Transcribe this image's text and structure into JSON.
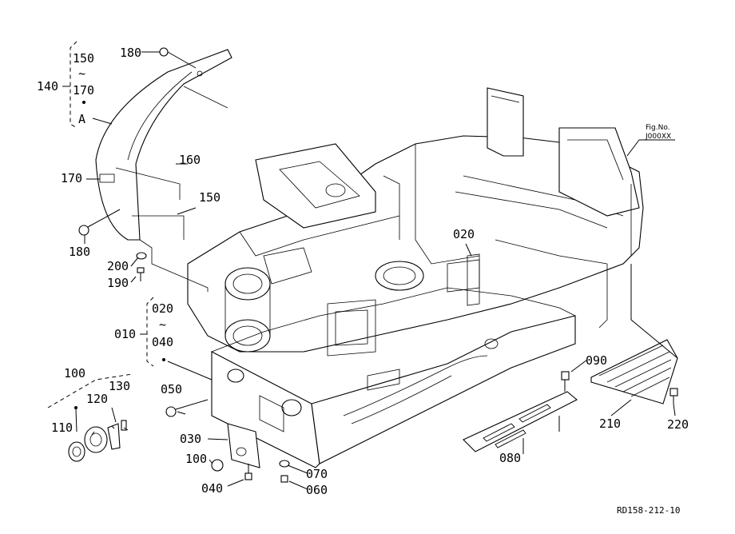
{
  "figure": {
    "fig_no_label": "Fig.No.",
    "fig_no_value": "J000XX",
    "ref_code": "RD158-212-10"
  },
  "callouts": {
    "p010": "010",
    "p020_main": "020",
    "p020_range": "020",
    "tilde_010": "~",
    "p040_range": "040",
    "p030": "030",
    "p040": "040",
    "p050": "050",
    "p060": "060",
    "p070": "070",
    "p080": "080",
    "p090": "090",
    "p100_group": "100",
    "p100": "100",
    "p110": "110",
    "p120": "120",
    "p130": "130",
    "p140": "140",
    "p150_range": "150",
    "tilde_140": "~",
    "p170_range": "170",
    "p140_a": "A",
    "p150": "150",
    "p160": "160",
    "p170": "170",
    "p180_top": "180",
    "p180_bottom": "180",
    "p190": "190",
    "p200": "200",
    "p210": "210",
    "p220": "220"
  }
}
